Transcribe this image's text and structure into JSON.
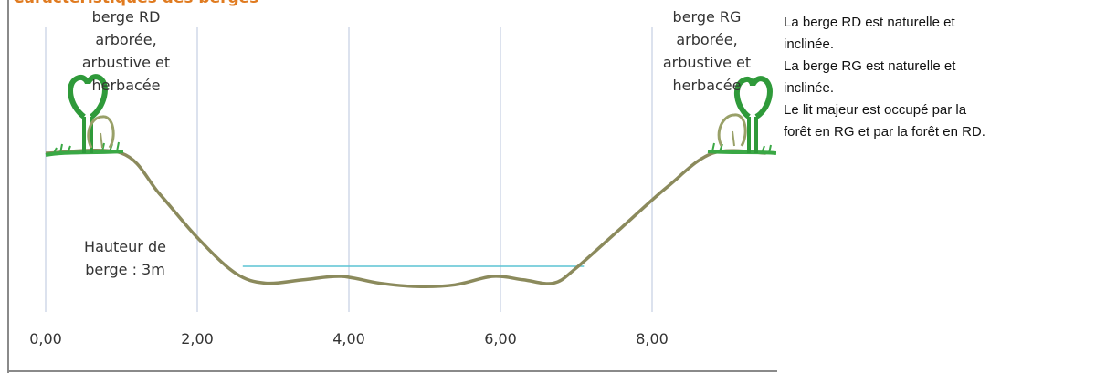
{
  "title": "Caractéristiques des berges",
  "labels": {
    "rd_bank": [
      "berge RD",
      "arborée,",
      "arbustive et",
      "herbacée"
    ],
    "rg_bank": [
      "berge RG",
      "arborée,",
      "arbustive et",
      "herbacée"
    ],
    "bank_height": [
      "Hauteur de",
      "berge : 3m"
    ]
  },
  "chart_data": {
    "type": "line",
    "x_ticks": [
      "0,00",
      "2,00",
      "4,00",
      "6,00",
      "8,00"
    ],
    "xlim": [
      -0.4,
      9.6
    ],
    "vertical_gridlines_at": [
      0,
      2,
      4,
      6,
      8
    ],
    "profile_elevation_m": {
      "x": [
        0,
        1.0,
        1.5,
        2.0,
        2.5,
        2.9,
        3.4,
        3.9,
        4.4,
        4.9,
        5.4,
        5.9,
        6.3,
        6.7,
        7.0,
        7.6,
        8.2,
        8.8,
        9.5
      ],
      "y": [
        0,
        0,
        -1.2,
        -2.5,
        -3.55,
        -3.85,
        -3.75,
        -3.65,
        -3.85,
        -3.95,
        -3.9,
        -3.65,
        -3.75,
        -3.85,
        -3.4,
        -2.2,
        -1.0,
        0,
        0
      ]
    },
    "water_level_m": -3.35,
    "water_x_range": [
      2.6,
      7.1
    ],
    "bank_height_m": 3,
    "colors": {
      "ground": "#8b8a5c",
      "water": "#5bc4d3",
      "gridline": "#b9c5de",
      "vegetation": "#3aa845",
      "shrub": "#99a068"
    }
  },
  "description": [
    "La berge RD est naturelle et",
    "inclinée.",
    "La berge RG est naturelle et",
    "inclinée.",
    "Le lit majeur est occupé par la",
    "forêt en RG et par la forêt en RD."
  ]
}
